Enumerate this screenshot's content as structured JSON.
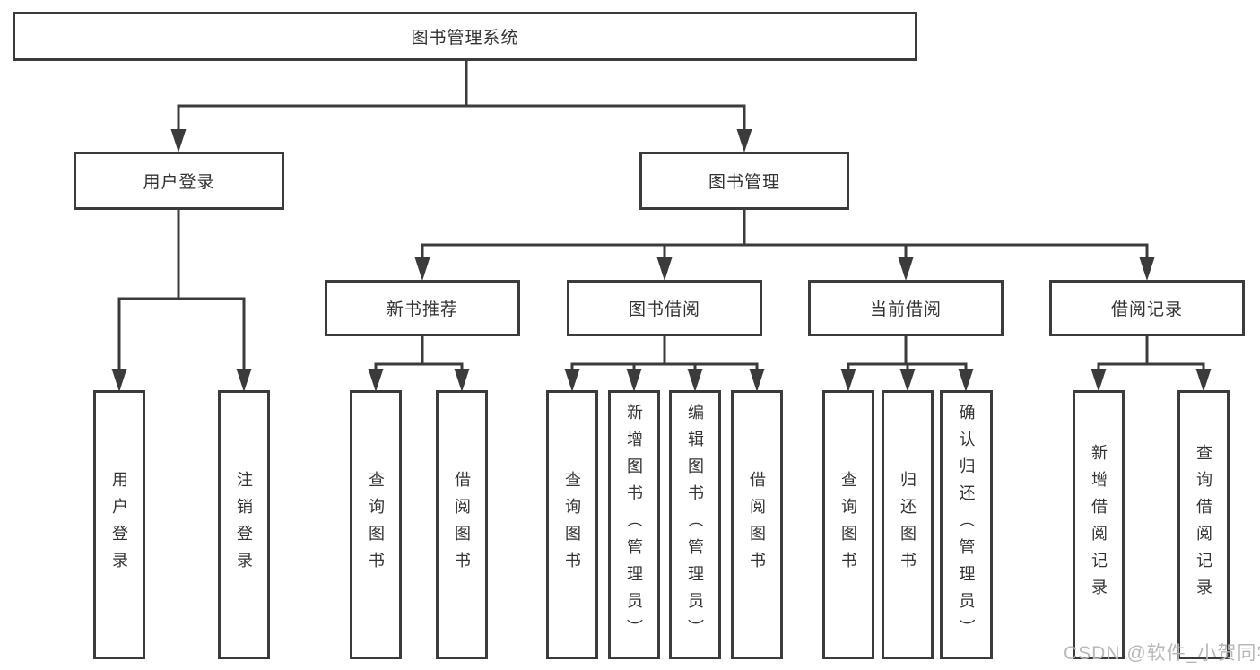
{
  "diagram_title": "图书管理系统",
  "tree": {
    "label": "图书管理系统",
    "children": [
      {
        "label": "用户登录",
        "children": [
          {
            "label": "用户登录"
          },
          {
            "label": "注销登录"
          }
        ]
      },
      {
        "label": "图书管理",
        "children": [
          {
            "label": "新书推荐",
            "children": [
              {
                "label": "查询图书"
              },
              {
                "label": "借阅图书"
              }
            ]
          },
          {
            "label": "图书借阅",
            "children": [
              {
                "label": "查询图书"
              },
              {
                "label": "新增图书（管理员）"
              },
              {
                "label": "编辑图书（管理员）"
              },
              {
                "label": "借阅图书"
              }
            ]
          },
          {
            "label": "当前借阅",
            "children": [
              {
                "label": "查询图书"
              },
              {
                "label": "归还图书"
              },
              {
                "label": "确认归还（管理员）"
              }
            ]
          },
          {
            "label": "借阅记录",
            "children": [
              {
                "label": "新增借阅记录"
              },
              {
                "label": "查询借阅记录"
              }
            ]
          }
        ]
      }
    ]
  },
  "watermark": {
    "text": "CSDN @软件_小贺同学"
  },
  "colors": {
    "line": "#3b3b3b",
    "text": "#333333",
    "box_fill": "#ffffff",
    "background": "#ffffff",
    "watermark": "#b8b8b8"
  }
}
